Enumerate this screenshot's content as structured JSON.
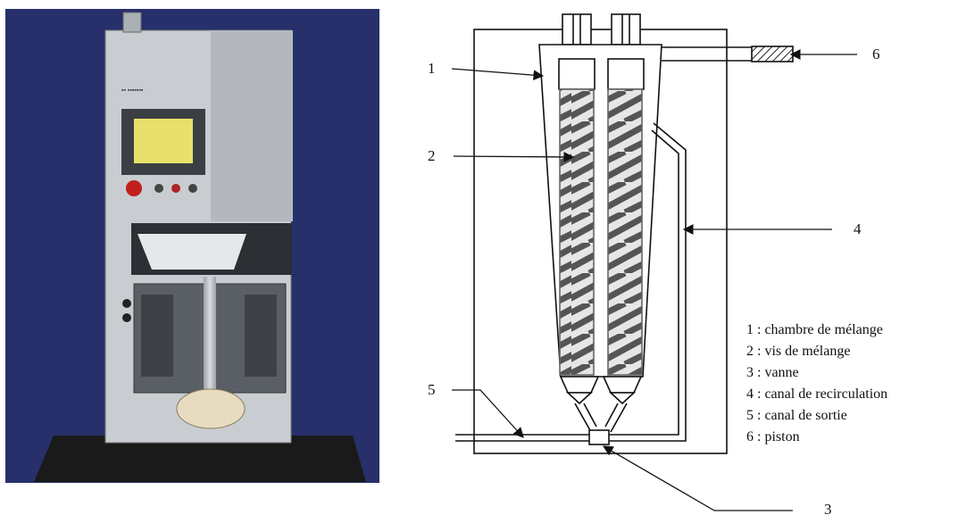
{
  "photo": {
    "background": "#27306b",
    "machine_body": "#c9cdd2",
    "screen_color": "#e8e06a",
    "button_color": "#c21f1f"
  },
  "diagram": {
    "callouts": [
      {
        "id": "1",
        "text": "1"
      },
      {
        "id": "2",
        "text": "2"
      },
      {
        "id": "3",
        "text": "3"
      },
      {
        "id": "4",
        "text": "4"
      },
      {
        "id": "5",
        "text": "5"
      },
      {
        "id": "6",
        "text": "6"
      }
    ],
    "legend": [
      {
        "number": "1",
        "text": "1 : chambre de mélange"
      },
      {
        "number": "2",
        "text": "2 : vis de mélange"
      },
      {
        "number": "3",
        "text": "3 : vanne"
      },
      {
        "number": "4",
        "text": "4 : canal de recirculation"
      },
      {
        "number": "5",
        "text": "5 : canal de sortie"
      },
      {
        "number": "6",
        "text": "6 : piston"
      }
    ]
  }
}
